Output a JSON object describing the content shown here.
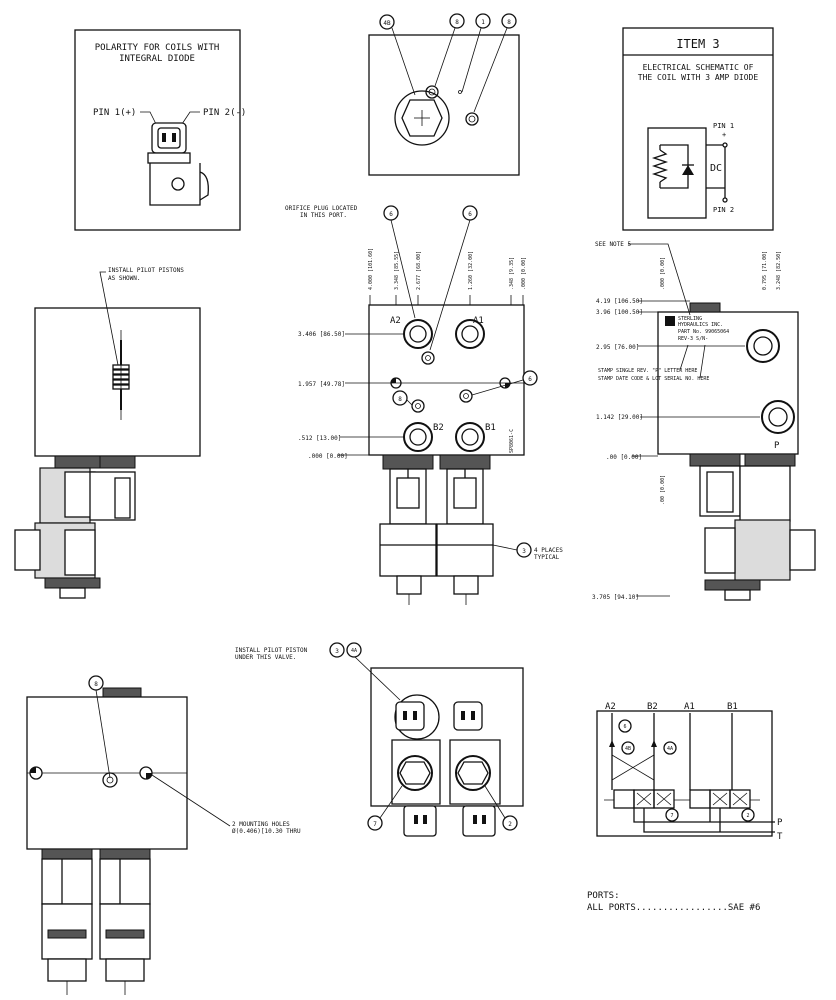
{
  "polarity_box": {
    "title_line1": "POLARITY FOR COILS WITH",
    "title_line2": "INTEGRAL DIODE",
    "pin1": "PIN 1(+)",
    "pin2": "PIN 2(-)"
  },
  "item3_box": {
    "title": "ITEM 3",
    "subtitle_line1": "ELECTRICAL SCHEMATIC OF",
    "subtitle_line2": "THE COIL WITH 3 AMP DIODE",
    "pin1": "PIN 1",
    "plus": "+",
    "pin2": "PIN 2",
    "dc": "DC"
  },
  "callouts": {
    "c4b": "4B",
    "c8": "8",
    "c1": "1",
    "c6": "6",
    "c3": "3",
    "c4a": "4A",
    "c7": "7",
    "c2": "2"
  },
  "notes": {
    "install_pilot_pistons_line1": "INSTALL PILOT PISTONS",
    "install_pilot_pistons_line2": "AS SHOWN.",
    "orifice_line1": "ORIFICE PLUG LOCATED",
    "orifice_line2": "IN THIS PORT.",
    "four_places_line1": "4 PLACES",
    "four_places_line2": "TYPICAL",
    "install_pilot_piston_line1": "INSTALL PILOT PISTON",
    "install_pilot_piston_line2": "UNDER THIS VALVE.",
    "mounting_holes_line1": "2 MOUNTING HOLES",
    "mounting_holes_line2": "Ø(0.406)[10.30 THRU",
    "see_note": "SEE NOTE 5",
    "stamp_rev": "STAMP SINGLE REV. \"P\" LETTER HERE",
    "stamp_date": "STAMP DATE CODE & LOT SERIAL NO. HERE",
    "side_code": "SP8061-C"
  },
  "front_view": {
    "ports": [
      "A2",
      "A1",
      "B2",
      "B1"
    ],
    "left_dims": [
      "3.406 [86.50]",
      "1.957 [49.78]",
      ".512 [13.00]",
      ".000 [0.00]"
    ],
    "top_dims": [
      "4.000 [101.60]",
      "3.348 [85.55]",
      "2.677 [68.00]",
      "1.260 [32.00]",
      ".348 [9.35]",
      ".000 [0.00]"
    ]
  },
  "side_view": {
    "label_brand1": "STERLING",
    "label_brand2": "HYDRAULICS INC.",
    "label_part": "PART No. 99065064",
    "label_rev": "REV-3  S/N-",
    "left_dims": [
      "4.19 [106.50]",
      "3.96 [100.50]",
      "2.95 [76.00]",
      "1.142 [29.00]",
      ".00 [0.00]",
      "3.705 [94.10]"
    ],
    "top_dims": [
      ".000 [0.00]",
      "0.795 [71.00]",
      "3.248 [82.50]"
    ],
    "vertical_dim": ".00 [0.00]",
    "port_p": "P"
  },
  "schematic": {
    "ports": [
      "A2",
      "B2",
      "A1",
      "B1"
    ],
    "p": "P",
    "t": "T"
  },
  "ports_note": {
    "line1": "PORTS:",
    "line2": "ALL PORTS.................SAE #6"
  }
}
